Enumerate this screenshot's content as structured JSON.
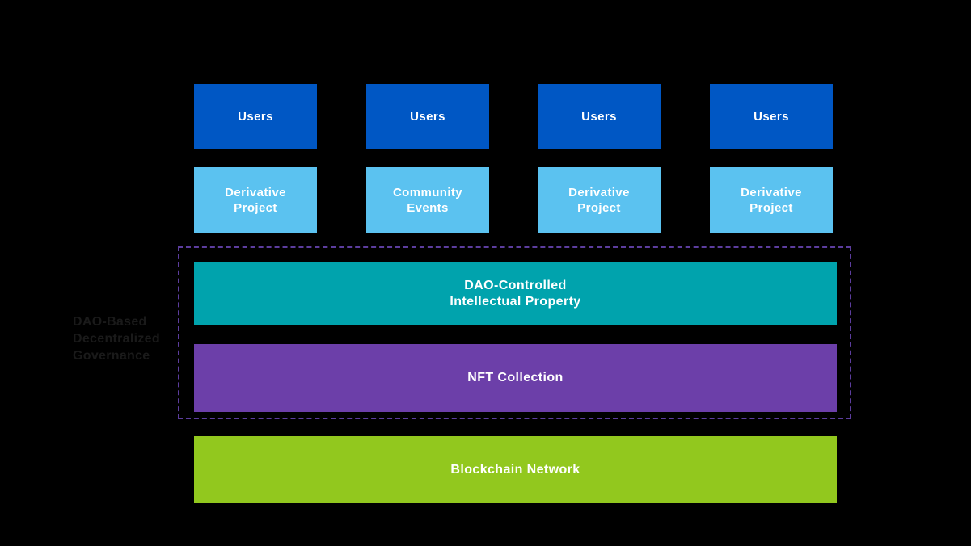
{
  "diagram": {
    "title_hidden_note": "",
    "side_label": {
      "lines": [
        "DAO-Based",
        "Decentralized",
        "Governance"
      ]
    },
    "users_row": [
      "Users",
      "Users",
      "Users",
      "Users"
    ],
    "projects_row": [
      "Derivative Project",
      "Community Events",
      "Derivative Project",
      "Derivative Project"
    ],
    "dao_container": {
      "ip_box": {
        "lines": [
          "DAO-Controlled",
          "Intellectual Property"
        ]
      },
      "nft_box": {
        "label": "NFT Collection"
      }
    },
    "blockchain_box": {
      "label": "Blockchain Network"
    },
    "colors": {
      "background": "#000000",
      "users_blue": "#0057C4",
      "project_light_blue": "#5BC2F0",
      "ip_teal": "#00A3AD",
      "nft_purple": "#6C3FA9",
      "blockchain_green": "#92C81E",
      "container_border_purple": "#5C3D9E",
      "side_label_text": "#1A1A1A",
      "box_text": "#FFFFFF"
    }
  }
}
